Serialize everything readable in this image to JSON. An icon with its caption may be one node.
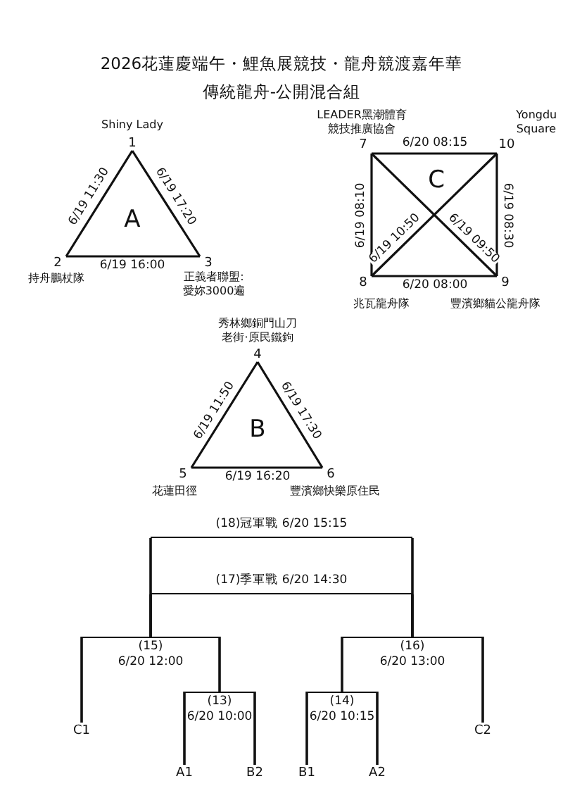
{
  "diagram": {
    "title": "2026花蓮慶端午・鯉魚展競技・龍舟競渡嘉年華",
    "nodes": [
      {
        "text": [
          "1"
        ],
        "beside": [
          "Shiny Lady"
        ]
      },
      {
        "text": [
          "2"
        ],
        "beside": [
          "持舟鵬杖隊"
        ]
      },
      {
        "text": [
          "3"
        ],
        "beside": [
          "正義者聯盟:愛妳3000遍"
        ]
      },
      {
        "text": [
          "7"
        ],
        "beside": [
          "LEADER黑潮體育競技推廣協會"
        ]
      },
      {
        "text": [
          "10"
        ],
        "beside": [
          "Yongdu Square"
        ]
      },
      {
        "text": [
          "8"
        ],
        "beside": [
          "兆瓦龍舟隊"
        ]
      },
      {
        "text": [
          "9"
        ],
        "beside": [
          "豐濱鄉貓公龍舟隊"
        ]
      },
      {
        "text": [
          "4"
        ],
        "beside": [
          "秀林鄉銅門山刀老街·原民鐵鉤"
        ]
      },
      {
        "text": [
          "5"
        ],
        "beside": [
          "花蓮田徑"
        ]
      },
      {
        "text": [
          "6"
        ],
        "beside": [
          "豐濱鄉快樂原住民"
        ]
      },
      {
        "text": [
          "(18)冠軍戰 6/20 15:15"
        ]
      },
      {
        "text": [
          "(17)季軍戰 6/20 14:30"
        ]
      },
      {
        "text": [
          "(15)",
          "6/20 12:00"
        ]
      },
      {
        "text": [
          "(16)",
          "6/20 13:00"
        ]
      },
      {
        "text": [
          "(13)",
          "6/20 10:00"
        ]
      },
      {
        "text": [
          "(14)",
          "6/20 10:15"
        ]
      },
      {
        "text": [
          "C1"
        ]
      },
      {
        "text": [
          "C2"
        ]
      },
      {
        "text": [
          "A1"
        ]
      },
      {
        "text": [
          "B2"
        ]
      },
      {
        "text": [
          "B1"
        ]
      },
      {
        "text": [
          "A2"
        ]
      }
    ],
    "edges": [
      {
        "from": 0,
        "to": 1,
        "arrow": "none",
        "label": "6/19 11:30"
      },
      {
        "from": 0,
        "to": 2,
        "arrow": "none",
        "label": "6/19 17:20"
      },
      {
        "from": 1,
        "to": 2,
        "arrow": "none",
        "label": "6/19 16:00"
      },
      {
        "from": 3,
        "to": 4,
        "arrow": "none",
        "label": "6/20 08:15"
      },
      {
        "from": 3,
        "to": 5,
        "arrow": "none",
        "label": "6/19 08:10"
      },
      {
        "from": 4,
        "to": 6,
        "arrow": "none",
        "label": "6/19 08:30"
      },
      {
        "from": 5,
        "to": 6,
        "arrow": "none",
        "label": "6/20 08:00"
      },
      {
        "from": 5,
        "to": 4,
        "arrow": "none",
        "label": "6/19 10:50"
      },
      {
        "from": 3,
        "to": 6,
        "arrow": "none",
        "label": "6/19 09:50"
      },
      {
        "from": 7,
        "to": 8,
        "arrow": "none",
        "label": "6/19 11:50"
      },
      {
        "from": 7,
        "to": 9,
        "arrow": "none",
        "label": "6/19 17:30"
      },
      {
        "from": 8,
        "to": 9,
        "arrow": "none",
        "label": "6/19 16:20"
      },
      {
        "from": 16,
        "to": 12,
        "arrow": "none"
      },
      {
        "from": 14,
        "to": 12,
        "arrow": "none"
      },
      {
        "from": 18,
        "to": 14,
        "arrow": "none"
      },
      {
        "from": 19,
        "to": 14,
        "arrow": "none"
      },
      {
        "from": 15,
        "to": 13,
        "arrow": "none"
      },
      {
        "from": 17,
        "to": 13,
        "arrow": "none"
      },
      {
        "from": 20,
        "to": 15,
        "arrow": "none"
      },
      {
        "from": 21,
        "to": 15,
        "arrow": "none"
      },
      {
        "from": 12,
        "to": 11,
        "arrow": "none"
      },
      {
        "from": 13,
        "to": 11,
        "arrow": "none"
      },
      {
        "from": 12,
        "to": 10,
        "arrow": "none"
      },
      {
        "from": 13,
        "to": 10,
        "arrow": "none"
      }
    ],
    "labels": [
      "傳統龍舟-公開混合組",
      "A",
      "C",
      "B"
    ]
  }
}
